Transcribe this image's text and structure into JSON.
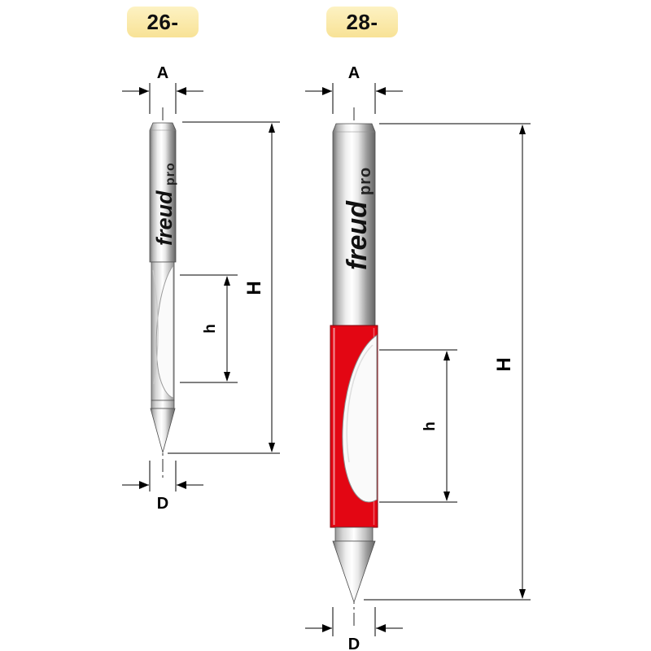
{
  "colors": {
    "badge_bg": "#f9e49a",
    "accent_red": "#e30613",
    "steel_light": "#f5f5f5",
    "steel_dark": "#6f6f6f",
    "line": "#000000"
  },
  "badges": {
    "left_label": "26-",
    "right_label": "28-"
  },
  "bit_26": {
    "logo_brand": "freud",
    "logo_sub": "pro",
    "dim_a": "A",
    "dim_h_total": "H",
    "dim_h_cut": "h",
    "dim_d": "D"
  },
  "bit_28": {
    "logo_brand": "freud",
    "logo_sub": "pro",
    "dim_a": "A",
    "dim_h_total": "H",
    "dim_h_cut": "h",
    "dim_d": "D"
  }
}
